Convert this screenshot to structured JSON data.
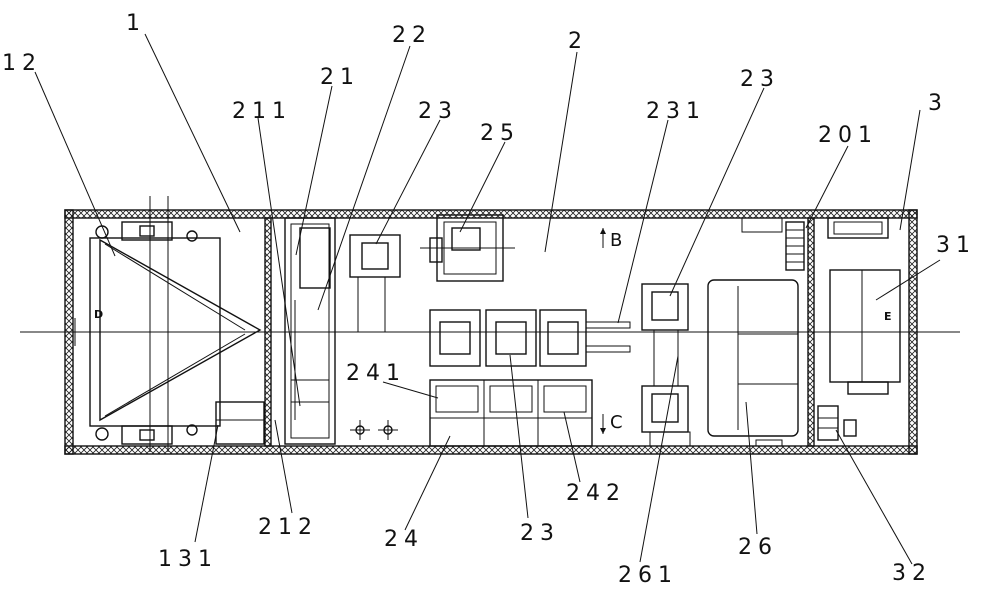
{
  "labels": {
    "l1": "1",
    "l2": "2",
    "l3": "3",
    "l12": "12",
    "l131": "131",
    "l21": "21",
    "l22": "22",
    "l23a": "23",
    "l23b": "23",
    "l23c": "23",
    "l24": "24",
    "l25": "25",
    "l26": "26",
    "l31": "31",
    "l32": "32",
    "l201": "201",
    "l211": "211",
    "l212": "212",
    "l231": "231",
    "l241": "241",
    "l242": "242",
    "l261": "261"
  },
  "section_marks": {
    "b": "B",
    "c": "C",
    "d": "D",
    "e": "E"
  }
}
